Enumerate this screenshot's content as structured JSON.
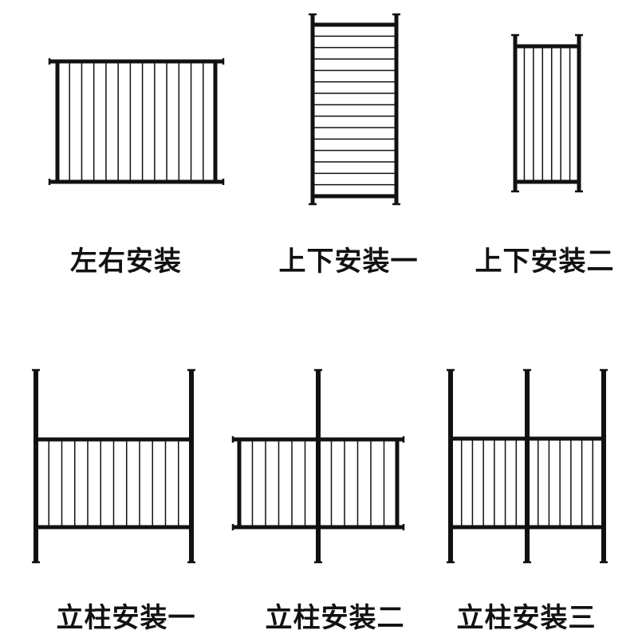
{
  "colors": {
    "line": "#111111",
    "background": "#ffffff"
  },
  "diagrams": [
    {
      "id": "left-right",
      "label": "左右安装"
    },
    {
      "id": "up-down-1",
      "label": "上下安装一"
    },
    {
      "id": "up-down-2",
      "label": "上下安装二"
    },
    {
      "id": "post-1",
      "label": "立柱安装一"
    },
    {
      "id": "post-2",
      "label": "立柱安装二"
    },
    {
      "id": "post-3",
      "label": "立柱安装三"
    }
  ]
}
